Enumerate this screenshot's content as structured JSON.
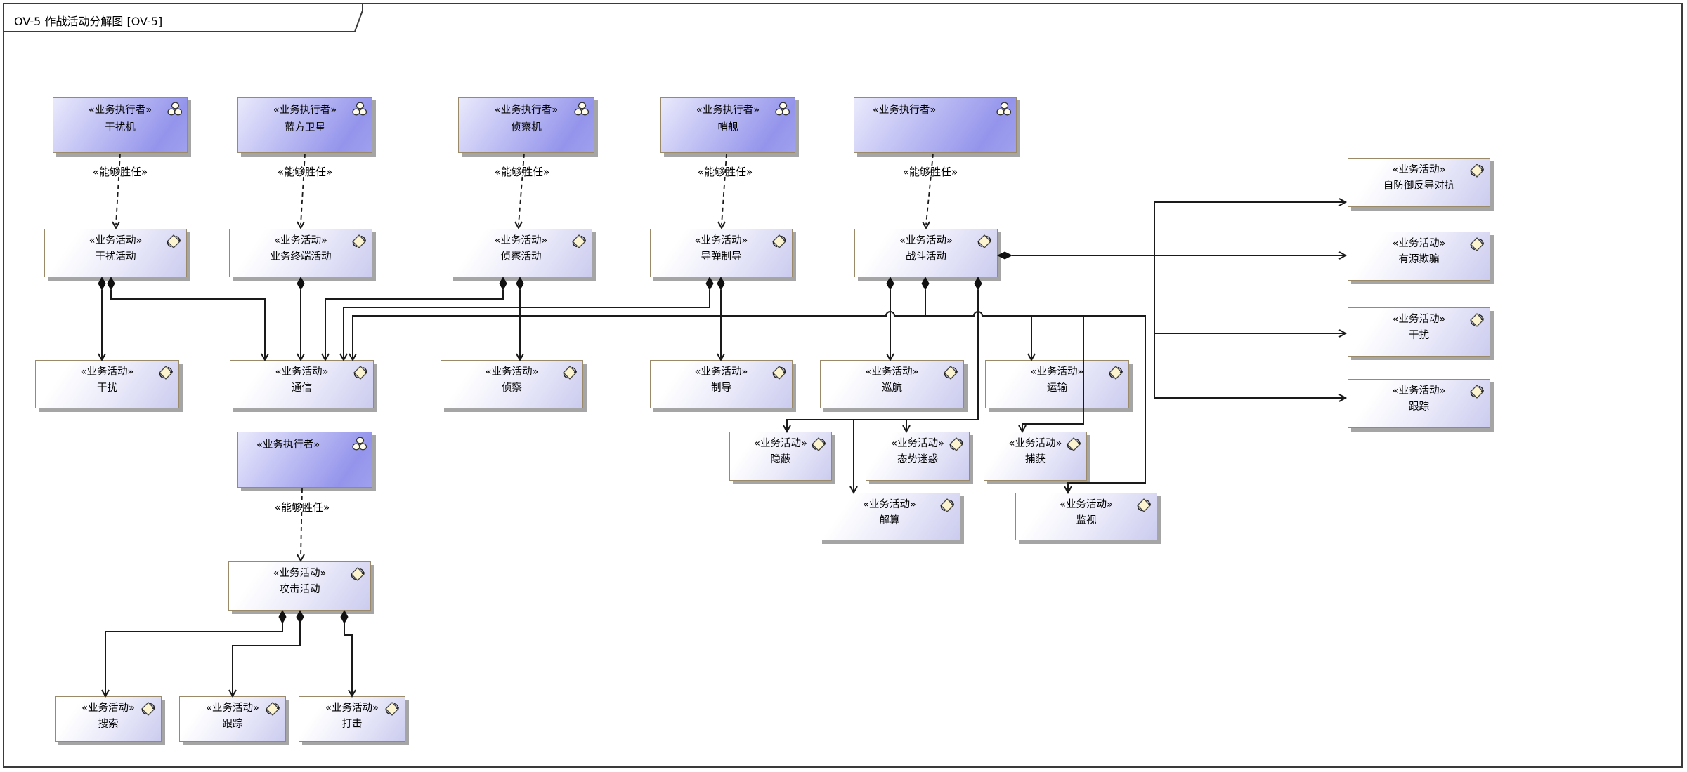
{
  "frame": {
    "title": "OV-5 作战活动分解图 [OV-5]"
  },
  "labels": {
    "competence": "«能够胜任»"
  },
  "stereotypes": {
    "actor": "«业务执行者»",
    "activity": "«业务活动»"
  },
  "nodes": {
    "jammer": {
      "stereotype": "«业务执行者»",
      "name": "干扰机"
    },
    "blue_satellite": {
      "stereotype": "«业务执行者»",
      "name": "蓝方卫星"
    },
    "recon_aircraft": {
      "stereotype": "«业务执行者»",
      "name": "侦察机"
    },
    "picket_ship": {
      "stereotype": "«业务执行者»",
      "name": "哨舰"
    },
    "actor_blank_1": {
      "stereotype": "«业务执行者»",
      "name": ""
    },
    "actor_blank_2": {
      "stereotype": "«业务执行者»",
      "name": ""
    },
    "jamming_activity": {
      "stereotype": "«业务活动»",
      "name": "干扰活动"
    },
    "terminal_activity": {
      "stereotype": "«业务活动»",
      "name": "业务终端活动"
    },
    "recon_activity": {
      "stereotype": "«业务活动»",
      "name": "侦察活动"
    },
    "missile_guidance": {
      "stereotype": "«业务活动»",
      "name": "导弹制导"
    },
    "combat_activity": {
      "stereotype": "«业务活动»",
      "name": "战斗活动"
    },
    "self_defense": {
      "stereotype": "«业务活动»",
      "name": "自防御反导对抗"
    },
    "active_deception": {
      "stereotype": "«业务活动»",
      "name": "有源欺骗"
    },
    "jamming_right": {
      "stereotype": "«业务活动»",
      "name": "干扰"
    },
    "tracking_right": {
      "stereotype": "«业务活动»",
      "name": "跟踪"
    },
    "jamming_sub": {
      "stereotype": "«业务活动»",
      "name": "干扰"
    },
    "communication": {
      "stereotype": "«业务活动»",
      "name": "通信"
    },
    "recon_sub": {
      "stereotype": "«业务活动»",
      "name": "侦察"
    },
    "guidance": {
      "stereotype": "«业务活动»",
      "name": "制导"
    },
    "cruise": {
      "stereotype": "«业务活动»",
      "name": "巡航"
    },
    "transport": {
      "stereotype": "«业务活动»",
      "name": "运输"
    },
    "conceal": {
      "stereotype": "«业务活动»",
      "name": "隐蔽"
    },
    "situation_confusion": {
      "stereotype": "«业务活动»",
      "name": "态势迷惑"
    },
    "capture": {
      "stereotype": "«业务活动»",
      "name": "捕获"
    },
    "solution": {
      "stereotype": "«业务活动»",
      "name": "解算"
    },
    "surveillance": {
      "stereotype": "«业务活动»",
      "name": "监视"
    },
    "attack_activity": {
      "stereotype": "«业务活动»",
      "name": "攻击活动"
    },
    "search": {
      "stereotype": "«业务活动»",
      "name": "搜索"
    },
    "tracking_bottom": {
      "stereotype": "«业务活动»",
      "name": "跟踪"
    },
    "strike": {
      "stereotype": "«业务活动»",
      "name": "打击"
    }
  }
}
